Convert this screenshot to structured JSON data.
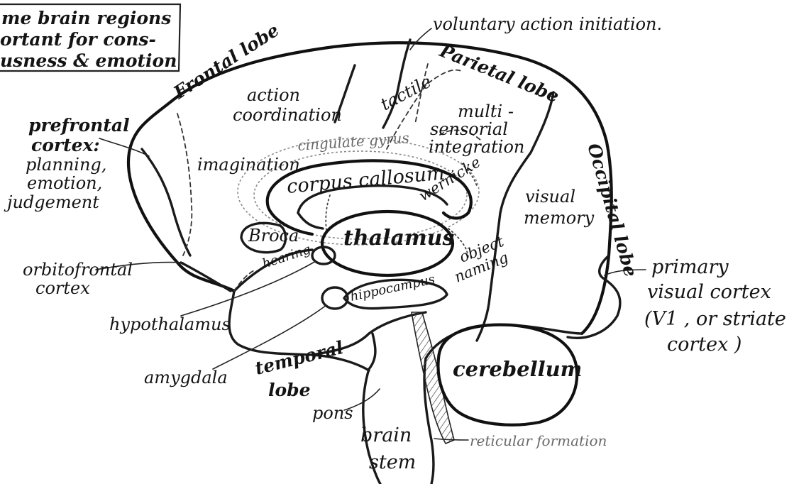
{
  "title_box": {
    "line1": "me brain regions",
    "line2": "ortant for cons-",
    "line3": "usness & emotion"
  },
  "labels": {
    "voluntary": "voluntary action initiation.",
    "frontal_lobe": "Frontal lobe",
    "parietal_lobe": "Parietal lobe",
    "occipital_lobe": "Occipital lobe",
    "action1": "action",
    "action2": "coordination",
    "tactile": "tactile",
    "multi1": "multi -",
    "multi2": "sensorial",
    "multi3": "integration",
    "prefrontal1": "prefrontal",
    "prefrontal2": "cortex:",
    "prefrontal3": "planning,",
    "prefrontal4": "emotion,",
    "prefrontal5": "judgement",
    "cingulate": "cingulate gyrus",
    "imagination": "imagination",
    "corpus": "corpus callosum",
    "wernicke": "wernicke",
    "visual_memory1": "visual",
    "visual_memory2": "memory",
    "broca": "Broca",
    "thalamus": "thalamus",
    "hearing": "hearing",
    "object1": "object",
    "object2": "naming",
    "orbito1": "orbitofrontal",
    "orbito2": "cortex",
    "primary1": "primary",
    "primary2": "visual cortex",
    "primary3": "(V1 , or striate",
    "primary4": "cortex )",
    "hippocampus": "hippocampus",
    "hypothalamus": "hypothalamus",
    "cerebellum": "cerebellum",
    "amygdala": "amygdala",
    "temporal1": "temporal",
    "temporal2": "lobe",
    "pons": "pons",
    "brain_stem1": "brain",
    "brain_stem2": "stem",
    "reticular": "reticular formation"
  }
}
